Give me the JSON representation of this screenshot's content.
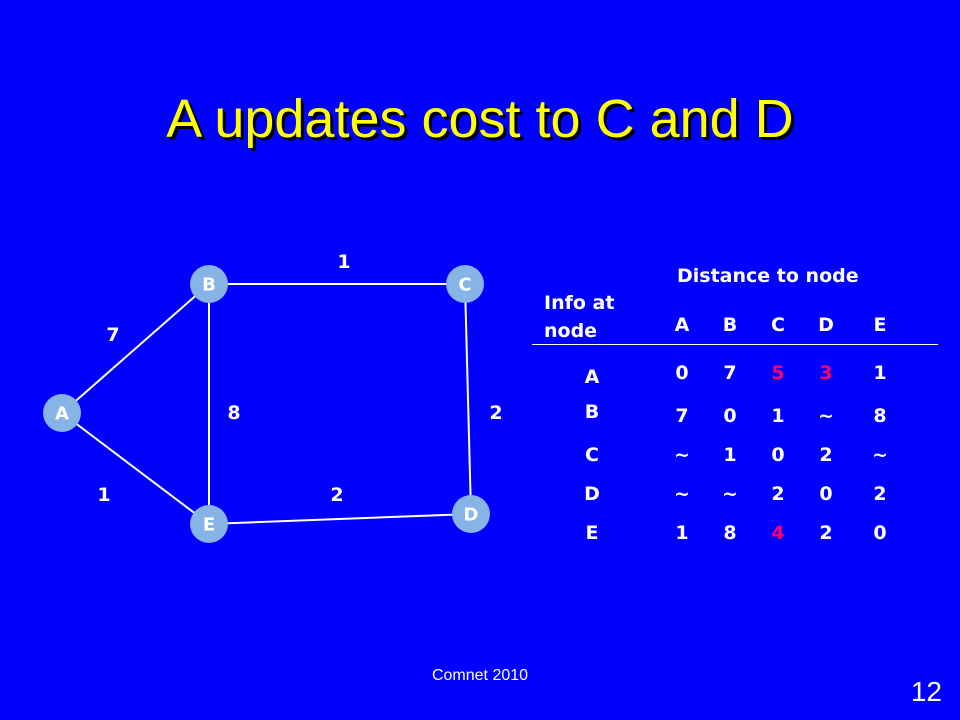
{
  "slide": {
    "title": "A updates cost to C and D",
    "footer": "Comnet 2010",
    "page_number": "12"
  },
  "graph": {
    "nodes": [
      "A",
      "B",
      "C",
      "D",
      "E"
    ],
    "edges": [
      {
        "from": "A",
        "to": "B",
        "weight": "7"
      },
      {
        "from": "A",
        "to": "E",
        "weight": "1"
      },
      {
        "from": "B",
        "to": "C",
        "weight": "1"
      },
      {
        "from": "B",
        "to": "E",
        "weight": "8"
      },
      {
        "from": "C",
        "to": "D",
        "weight": "2"
      },
      {
        "from": "E",
        "to": "D",
        "weight": "2"
      }
    ],
    "colors": {
      "node": "#87b4e6",
      "edge": "#ffffff"
    }
  },
  "table": {
    "row_header": "Info at node",
    "column_header": "Distance to node",
    "columns": [
      "A",
      "B",
      "C",
      "D",
      "E"
    ],
    "rows": [
      {
        "node": "A",
        "values": [
          "0",
          "7",
          "5",
          "3",
          "1"
        ],
        "highlight": [
          false,
          false,
          true,
          true,
          false
        ]
      },
      {
        "node": "B",
        "values": [
          "7",
          "0",
          "1",
          "~",
          "8"
        ],
        "highlight": [
          false,
          false,
          false,
          false,
          false
        ]
      },
      {
        "node": "C",
        "values": [
          "~",
          "1",
          "0",
          "2",
          "~"
        ],
        "highlight": [
          false,
          false,
          false,
          false,
          false
        ]
      },
      {
        "node": "D",
        "values": [
          "~",
          "~",
          "2",
          "0",
          "2"
        ],
        "highlight": [
          false,
          false,
          false,
          false,
          false
        ]
      },
      {
        "node": "E",
        "values": [
          "1",
          "8",
          "4",
          "2",
          "0"
        ],
        "highlight": [
          false,
          false,
          true,
          false,
          false
        ]
      }
    ],
    "highlight_color": "#ff0066"
  }
}
